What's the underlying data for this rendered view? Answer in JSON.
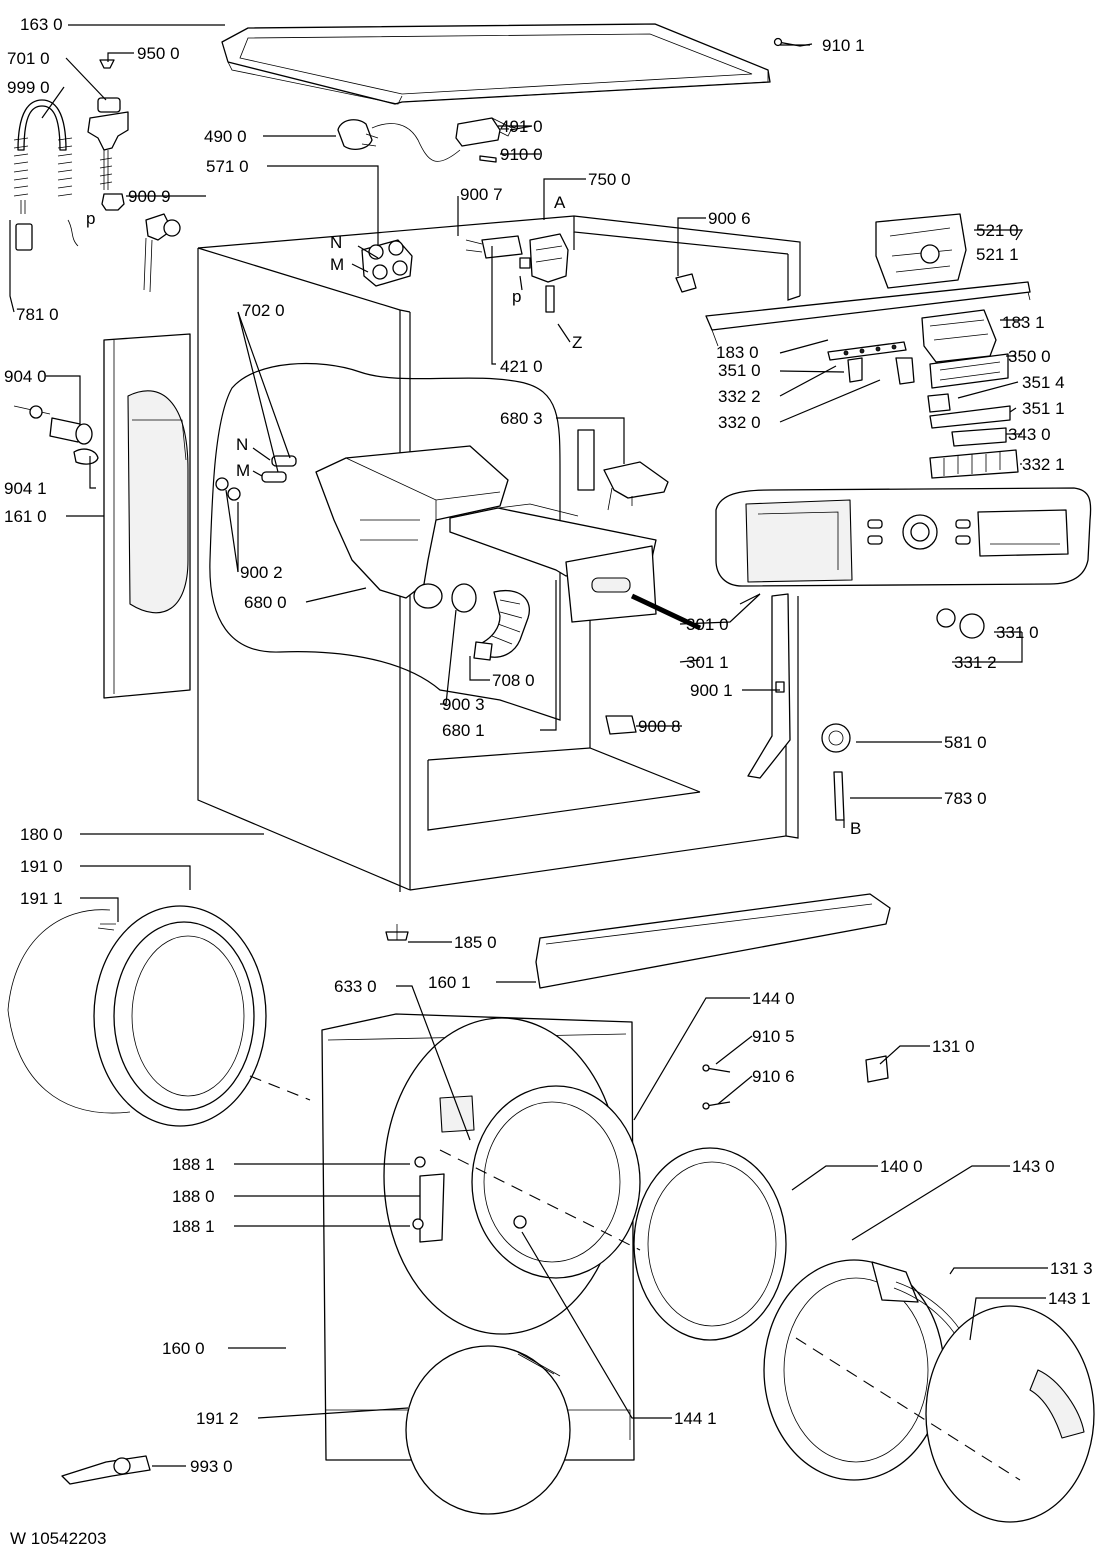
{
  "diagram": {
    "document_id": "W 10542203",
    "part_labels": [
      "163 0",
      "910 1",
      "701 0",
      "950 0",
      "999 0",
      "490 0",
      "491 0",
      "910 0",
      "571 0",
      "900 9",
      "900 7",
      "750 0",
      "A",
      "900 6",
      "521 0",
      "521 1",
      "p",
      "N",
      "M",
      "781 0",
      "183 1",
      "702 0",
      "183 0",
      "350 0",
      "421 0",
      "Z",
      "p",
      "351 0",
      "904 0",
      "332 2",
      "351 4",
      "351 1",
      "332 0",
      "680 3",
      "343 0",
      "904 1",
      "332 1",
      "N",
      "161 0",
      "M",
      "900 2",
      "680 0",
      "301 0",
      "331 0",
      "301 1",
      "331 2",
      "708 0",
      "900 1",
      "900 3",
      "680 1",
      "900 8",
      "581 0",
      "783 0",
      "B",
      "180 0",
      "191 0",
      "191 1",
      "185 0",
      "160 1",
      "633 0",
      "144 0",
      "910 5",
      "131 0",
      "910 6",
      "188 1",
      "140 0",
      "143 0",
      "188 0",
      "188 1",
      "131 3",
      "143 1",
      "160 0",
      "191 2",
      "144 1",
      "993 0"
    ]
  }
}
